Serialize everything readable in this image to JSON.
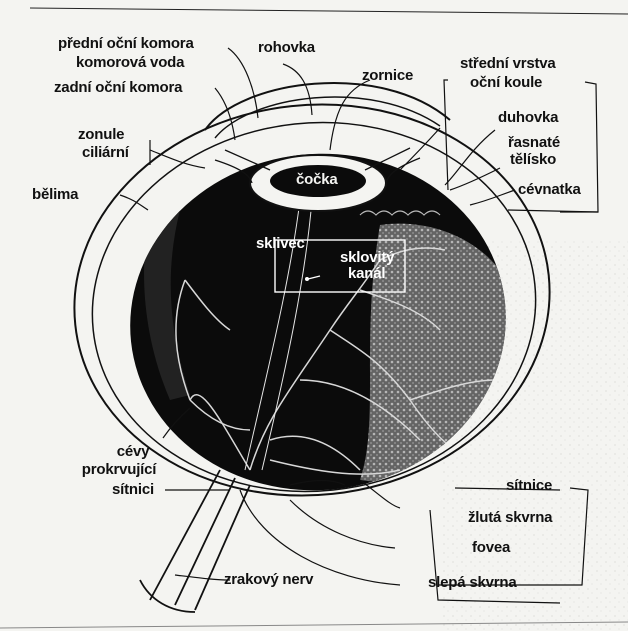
{
  "labels": {
    "predni_komora": "přední oční komora",
    "komorova_voda": "komorová voda",
    "zadni_komora": "zadní oční komora",
    "rohovka": "rohovka",
    "zornice": "zornice",
    "stredni_vrstva_1": "střední vrstva",
    "stredni_vrstva_2": "oční koule",
    "duhovka": "duhovka",
    "rasnate_1": "řasnaté",
    "rasnate_2": "tělísko",
    "cevnatka": "cévnatka",
    "zonule_1": "zonule",
    "zonule_2": "ciliární",
    "belima": "bělima",
    "cocka": "čočka",
    "sklivec": "sklivec",
    "sklovity_1": "sklovitý",
    "sklovity_2": "kanál",
    "cevy_1": "cévy",
    "cevy_2": "prokrvující",
    "cevy_3": "sítnici",
    "sitnice": "sítnice",
    "zluta_skvrna": "žlutá skvrna",
    "fovea": "fovea",
    "zrakovy_nerv": "zrakový nerv",
    "slepa_skvrna": "slepá skvrna"
  },
  "colors": {
    "paper": "#f4f4f1",
    "ink": "#111111",
    "eye_interior": "#0b0b0b",
    "retina_dots": "#8a8a8a"
  }
}
